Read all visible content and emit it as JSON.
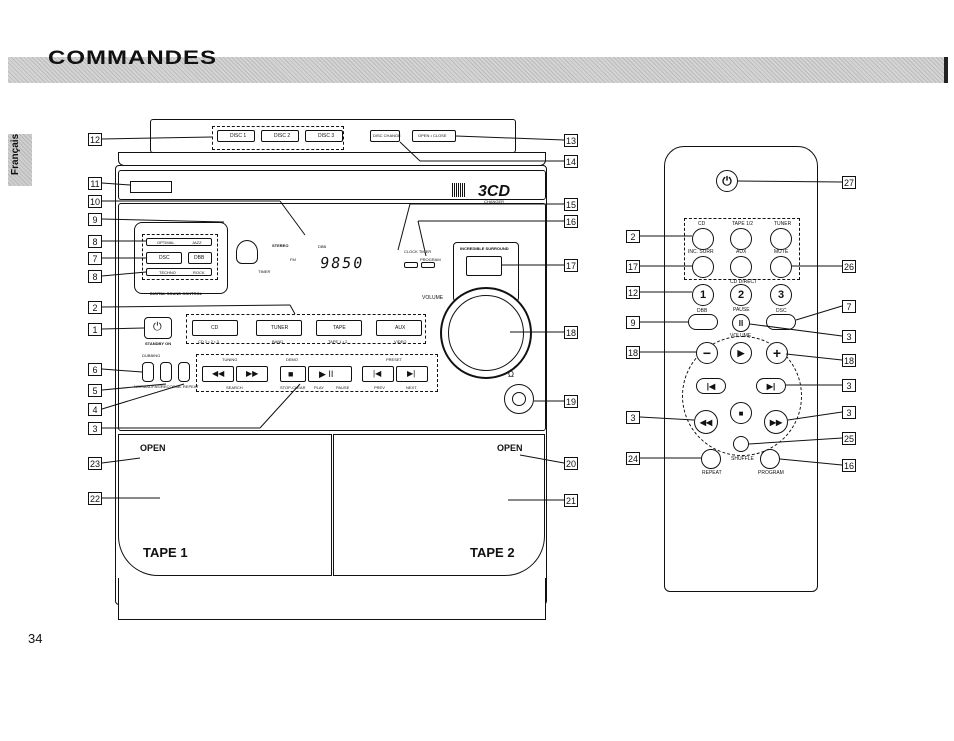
{
  "banner": {
    "title": "COMMANDES"
  },
  "side_tab": {
    "language": "Français"
  },
  "page_number": "34",
  "stereo": {
    "disc_buttons": [
      "DISC 1",
      "DISC 2",
      "DISC 3"
    ],
    "disc_change": "DISC CHANGE",
    "open_close": "OPEN • CLOSE",
    "logo": "3CD",
    "logo_sub": "CHANGER",
    "dsc_labels": {
      "optimal": "OPTIMAL",
      "jazz": "JAZZ",
      "dsc": "DSC",
      "dbb": "DBB",
      "techno": "TECHNO",
      "rock": "ROCK"
    },
    "digital_sound_control": "DIGITAL SOUND CONTROL",
    "display": {
      "stereo": "STEREO",
      "fm": "FM",
      "timer": "TIMER",
      "dbb": "DBB",
      "digits": "9850"
    },
    "clock_timer": "CLOCK TIMER",
    "program": "PROGRAM",
    "incredible_surround": "INCREDIBLE SURROUND",
    "volume": "VOLUME",
    "standby_on": "STANDBY ON",
    "sources": [
      "CD",
      "TUNER",
      "TAPE",
      "AUX"
    ],
    "source_sub": [
      "CD 1 • 2 • 3",
      "BAND",
      "TAPE 1 • 2",
      "VIDEO"
    ],
    "dubbing": "DUBBING",
    "normal_fast": "NORMAL/FAST",
    "record": "RECORD",
    "repeat": "A. REPEAT",
    "tuning": "TUNING",
    "search": "SEARCH",
    "demo": "DEMO",
    "stop_clear": "STOP-CLEAR",
    "play": "PLAY",
    "pause": "PAUSE",
    "preset": "PRESET",
    "prev": "PREV",
    "next": "NEXT",
    "tape_open_left": "OPEN",
    "tape_open_right": "OPEN",
    "tape1": "TAPE 1",
    "tape2": "TAPE 2"
  },
  "remote": {
    "cd": "CD",
    "tape": "TAPE 1/2",
    "tuner": "TUNER",
    "inc_surr": "INC. SURR",
    "aux": "AUX",
    "mute": "MUTE",
    "cd_direct": "CD DIRECT",
    "digit1": "1",
    "digit2": "2",
    "digit3": "3",
    "dbb": "DBB",
    "pause": "PAUSE",
    "dsc": "DSC",
    "volume": "VOLUME",
    "minus": "−",
    "plus": "+",
    "shuffle": "SHUFFLE",
    "repeat": "REPEAT",
    "program": "PROGRAM"
  },
  "callouts_left": [
    "12",
    "11",
    "10",
    "9",
    "8",
    "7",
    "8",
    "2",
    "1",
    "6",
    "5",
    "4",
    "3",
    "23",
    "22"
  ],
  "callouts_right": [
    "13",
    "14",
    "15",
    "16",
    "17",
    "18",
    "19",
    "20",
    "21"
  ],
  "remote_callouts_left": [
    "2",
    "17",
    "12",
    "9",
    "18",
    "3",
    "24"
  ],
  "remote_callouts_right": [
    "27",
    "26",
    "7",
    "3",
    "18",
    "3",
    "3",
    "25",
    "16"
  ]
}
